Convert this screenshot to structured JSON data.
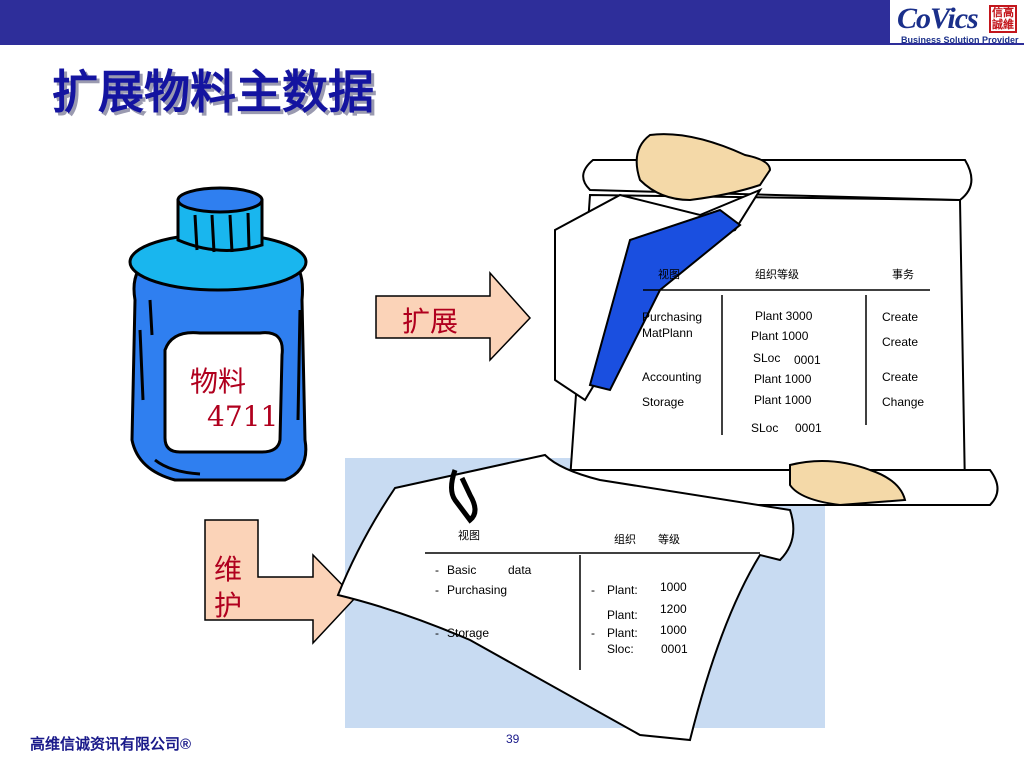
{
  "header": {
    "logo_main": "CoVics",
    "logo_box": "信高誠維",
    "logo_sub": "Business Solution Provider"
  },
  "slide": {
    "title": "扩展物料主数据",
    "material_label": "物料",
    "material_number": "4711",
    "extend_label": "扩展",
    "maintain_label": "维护"
  },
  "scroll_table": {
    "headers": [
      "视图",
      "组织等级",
      "事务"
    ],
    "views": [
      "Purchasing",
      "MatPlann",
      "Accounting",
      "Storage"
    ],
    "org_levels": [
      "Plant 3000",
      "Plant 1000",
      "SLoc",
      "0001",
      "Plant 1000",
      "Plant 1000",
      "SLoc",
      "0001"
    ],
    "transactions": [
      "Create",
      "Create",
      "Create",
      "Change"
    ]
  },
  "paper_table": {
    "headers": [
      "视图",
      "组织",
      "等级"
    ],
    "views": [
      "-",
      "Basic",
      "data",
      "-",
      "Purchasing",
      "-",
      "Storage"
    ],
    "org_labels": [
      "-",
      "Plant:",
      "Plant:",
      "-",
      "Plant:",
      "Sloc:"
    ],
    "org_values": [
      "1000",
      "1200",
      "1000",
      "0001"
    ]
  },
  "footer": {
    "company": "高维信诚资讯有限公司®",
    "page_number": "39"
  },
  "colors": {
    "header_bar": "#2e2e9a",
    "title_text": "#1414a0",
    "label_red": "#b0001e",
    "arrow_fill": "#fbd3b8",
    "bottle_blue": "#2f7ff0",
    "bottle_cyan": "#19b6ee",
    "paper_bg_blue": "#c8dbf2"
  }
}
